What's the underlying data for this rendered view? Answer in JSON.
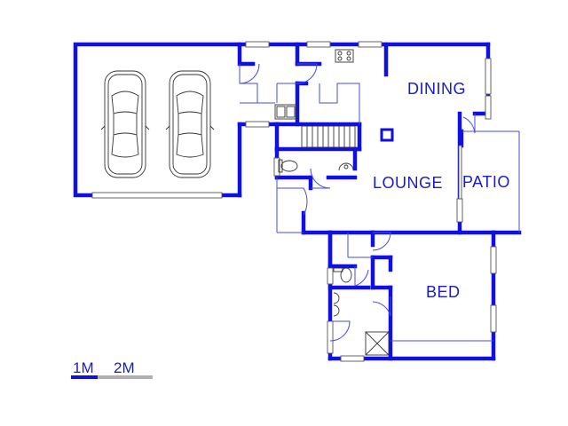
{
  "rooms": {
    "dining": "DINING",
    "lounge": "LOUNGE",
    "patio": "PATIO",
    "bed": "BED"
  },
  "scale": {
    "label_1": "1M",
    "label_2": "2M"
  },
  "colors": {
    "wall": "#1010e0",
    "text": "#1a1ad0",
    "scale_grey": "#b0b0b0"
  },
  "icons": [
    "car-icon",
    "car-icon",
    "stove-icon",
    "sink-icon",
    "toilet-icon",
    "basin-icon",
    "shower-icon",
    "staircase-icon",
    "door-swing-icon"
  ]
}
